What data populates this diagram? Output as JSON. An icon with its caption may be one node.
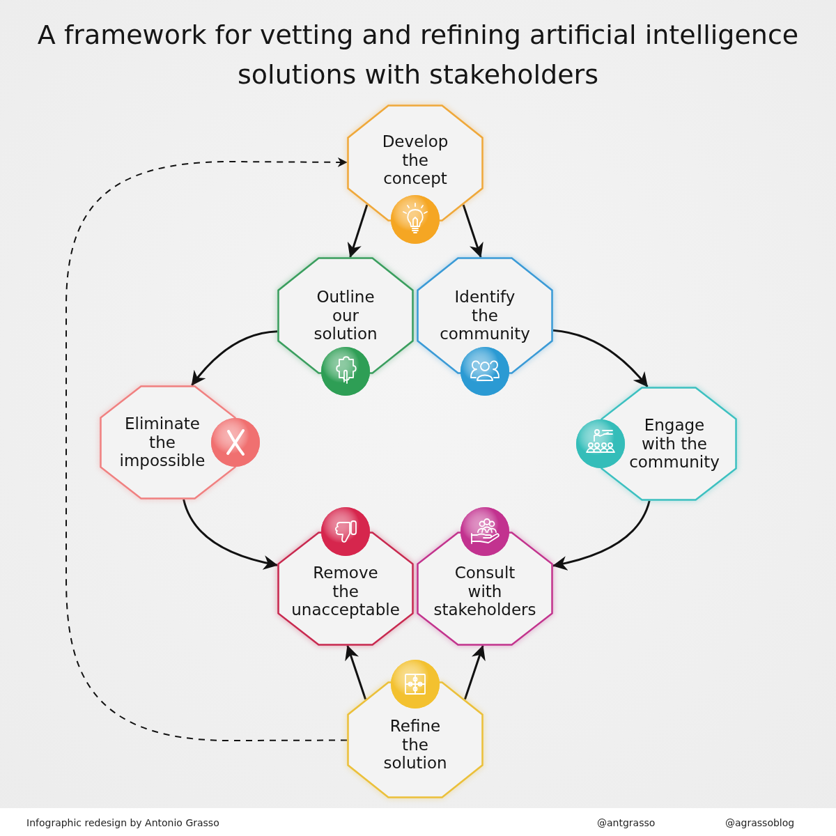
{
  "diagram": {
    "title": "A framework for vetting and refining artificial intelligence solutions with stakeholders",
    "nodes": [
      {
        "text": [
          "Develop the concept"
        ]
      },
      {
        "text": [
          "Outline our solution"
        ]
      },
      {
        "text": [
          "Identify the community"
        ]
      },
      {
        "text": [
          "Eliminate the impossible"
        ]
      },
      {
        "text": [
          "Engage with the community"
        ]
      },
      {
        "text": [
          "Remove the unacceptable"
        ]
      },
      {
        "text": [
          "Consult with stakeholders"
        ]
      },
      {
        "text": [
          "Refine the solution"
        ]
      }
    ],
    "edges": [
      {
        "from": 0,
        "to": 1,
        "arrow": "to"
      },
      {
        "from": 0,
        "to": 2,
        "arrow": "to"
      },
      {
        "from": 1,
        "to": 3,
        "arrow": "to"
      },
      {
        "from": 2,
        "to": 4,
        "arrow": "to"
      },
      {
        "from": 3,
        "to": 5,
        "arrow": "to"
      },
      {
        "from": 4,
        "to": 6,
        "arrow": "to"
      },
      {
        "from": 7,
        "to": 5,
        "arrow": "to"
      },
      {
        "from": 7,
        "to": 6,
        "arrow": "to"
      },
      {
        "from": 7,
        "to": 0,
        "arrow": "to",
        "style": "dashed"
      }
    ],
    "labels": [
      "Infographic redesign by Antonio Grasso",
      "@antgrasso",
      "@agrassoblog"
    ]
  }
}
